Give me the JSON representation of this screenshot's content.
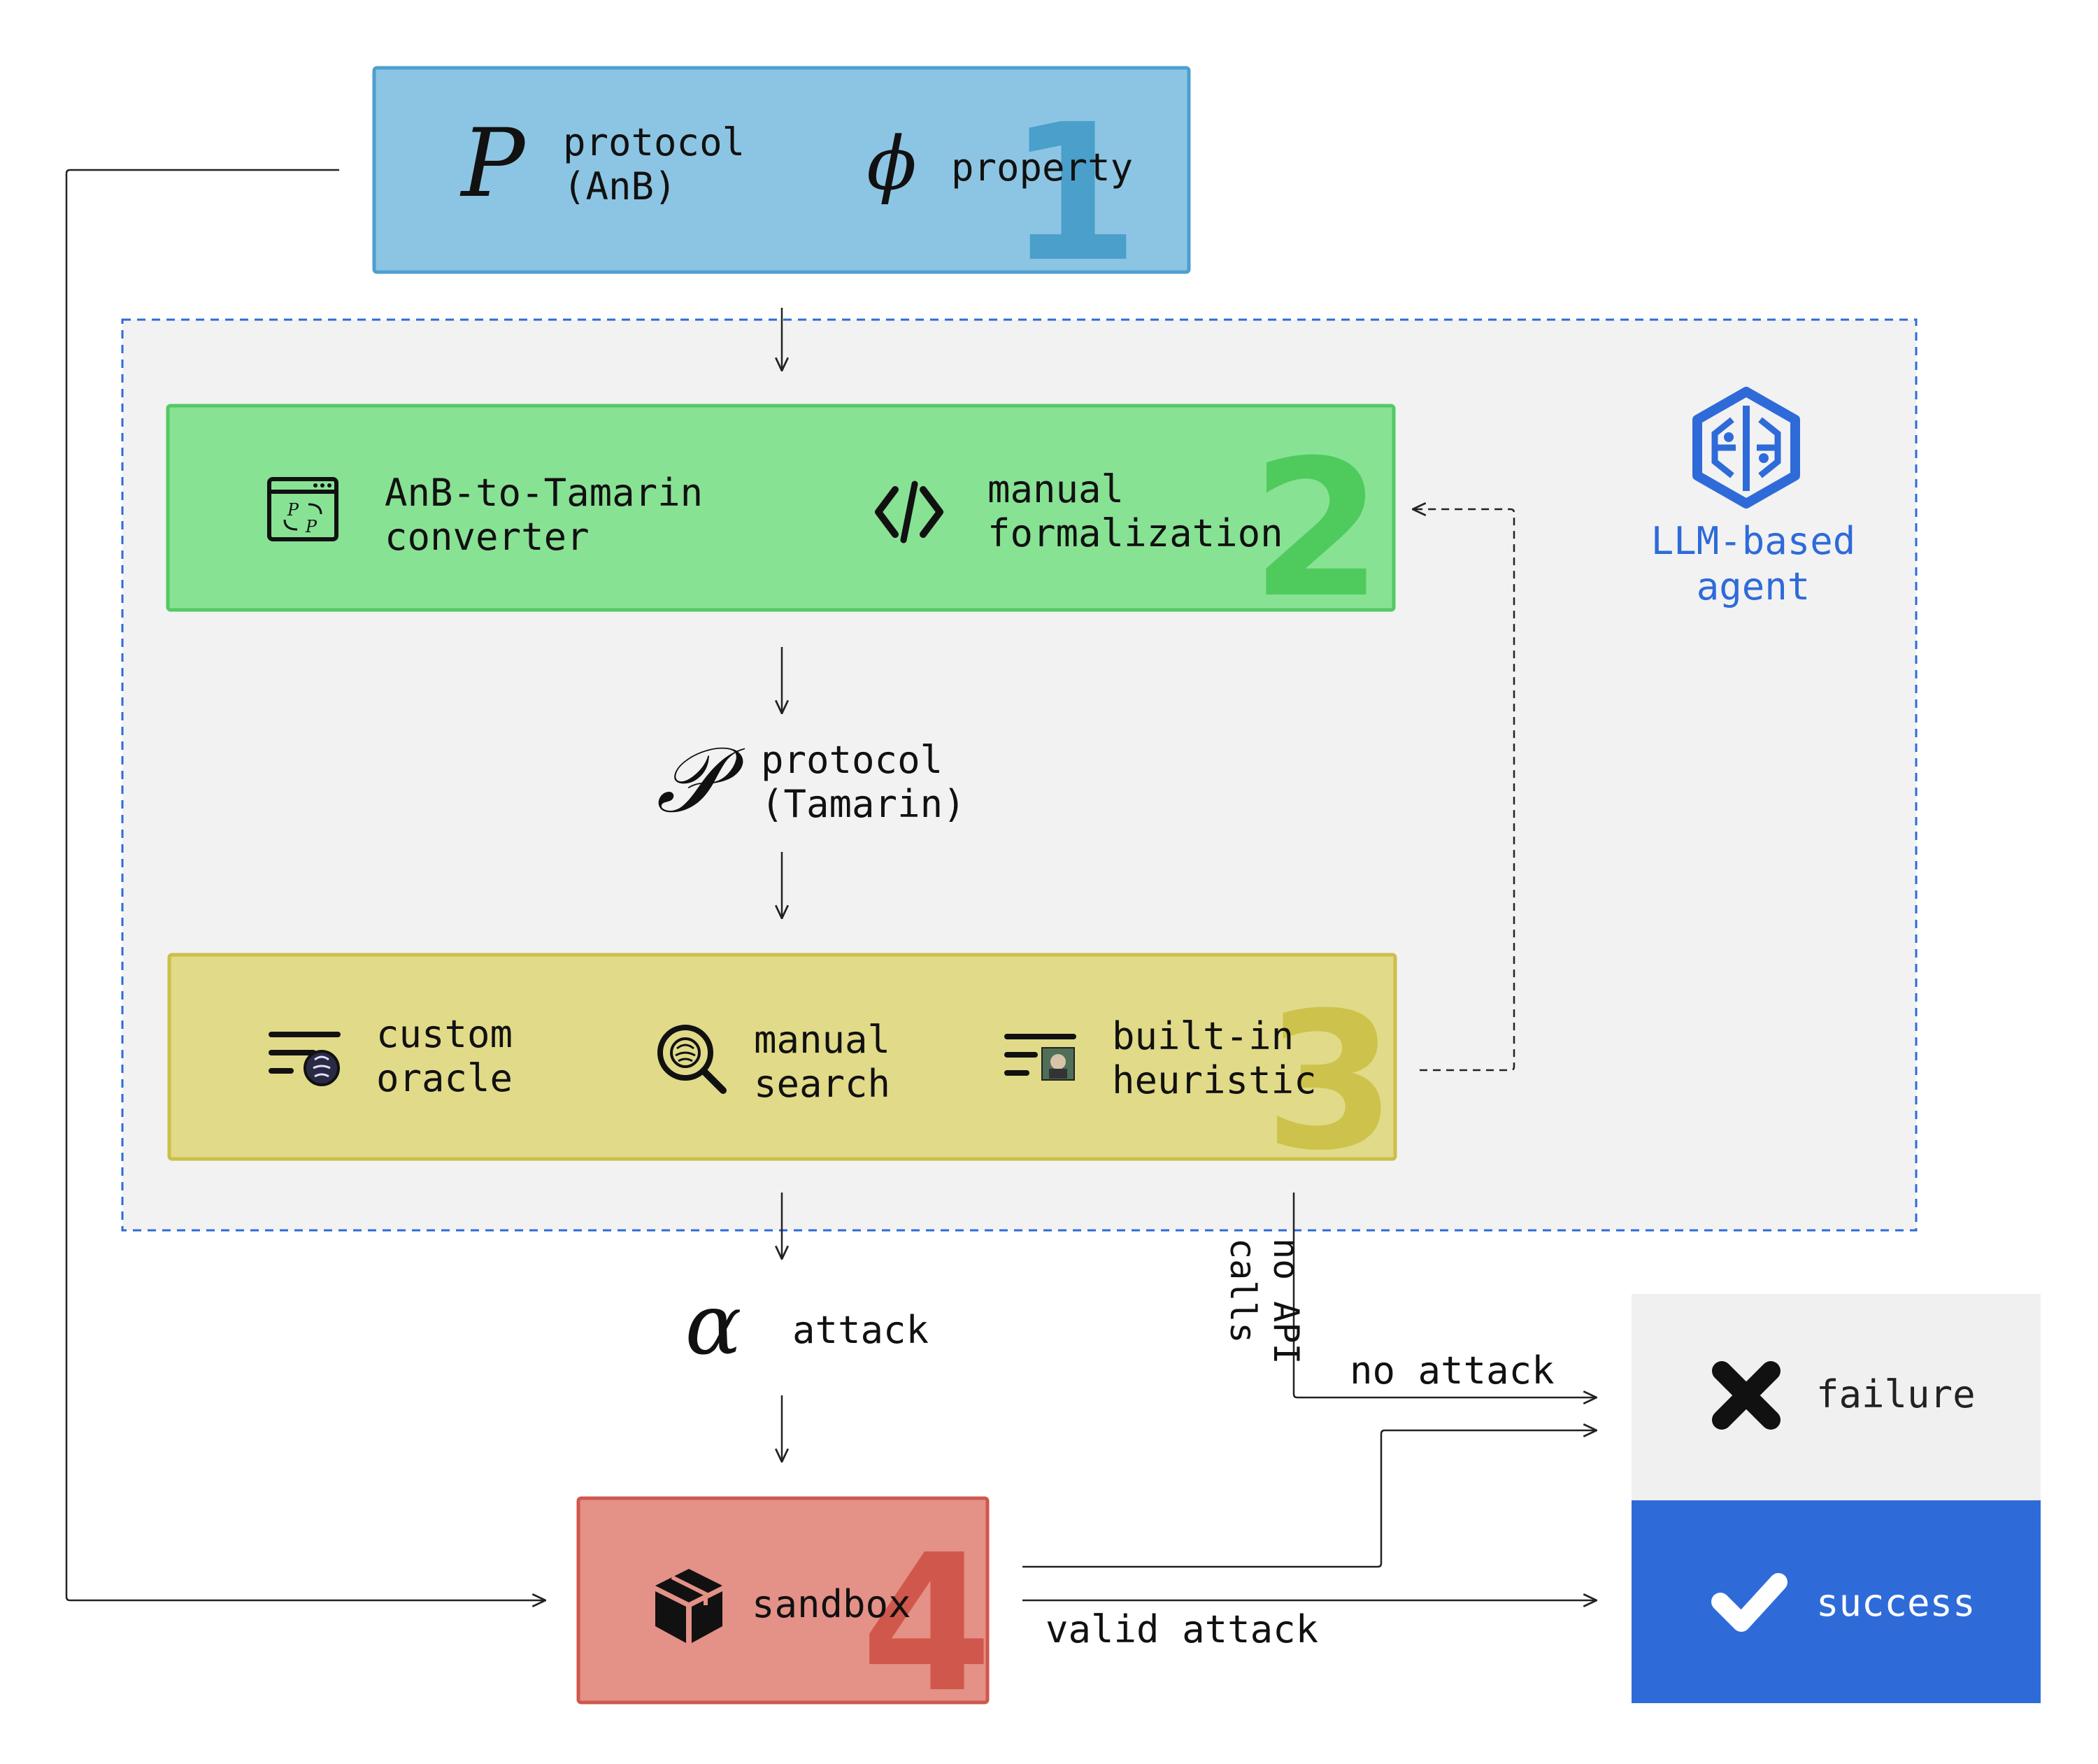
{
  "stage1": {
    "number": "1",
    "protocol_symbol": "P",
    "protocol_line1": "protocol",
    "protocol_line2": "(AnB)",
    "property_symbol": "ϕ",
    "property_label": "property"
  },
  "agent": {
    "label_line1": "LLM-based",
    "label_line2": "agent",
    "icon": "brain-circuit-icon"
  },
  "stage2": {
    "number": "2",
    "converter_line1": "AnB-to-Tamarin",
    "converter_line2": "converter",
    "converter_icon": "converter-window-icon",
    "manual_line1": "manual",
    "manual_line2": "formalization",
    "manual_icon": "code-icon"
  },
  "tamarin": {
    "symbol": "𝒫",
    "line1": "protocol",
    "line2": "(Tamarin)"
  },
  "stage3": {
    "number": "3",
    "oracle_line1": "custom",
    "oracle_line2": "oracle",
    "oracle_icon": "oracle-brain-icon",
    "search_line1": "manual",
    "search_line2": "search",
    "search_icon": "brain-magnifier-icon",
    "heuristic_line1": "built-in",
    "heuristic_line2": "heuristic",
    "heuristic_icon": "heuristic-list-icon"
  },
  "attack": {
    "symbol": "α",
    "label": "attack"
  },
  "stage4": {
    "number": "4",
    "label": "sandbox",
    "icon": "package-icon"
  },
  "edges": {
    "no_api_line1": "no API",
    "no_api_line2": "calls",
    "no_attack": "no attack",
    "valid_attack": "valid attack"
  },
  "outcomes": {
    "failure": "failure",
    "failure_icon": "cross-icon",
    "success": "success",
    "success_icon": "check-icon"
  },
  "colors": {
    "stage1_fill": "#8cc5e3",
    "stage1_border": "#4d9fcf",
    "stage2_fill": "#88e294",
    "stage2_border": "#54c964",
    "stage3_fill": "#e1da88",
    "stage3_border": "#cbbf4a",
    "stage4_fill": "#e49187",
    "stage4_border": "#d0574b",
    "agent_blue": "#2e6bd9",
    "agent_bg": "#f2f2f2",
    "success_bg": "#2e6bd9",
    "failure_bg": "#f0f0f0"
  }
}
